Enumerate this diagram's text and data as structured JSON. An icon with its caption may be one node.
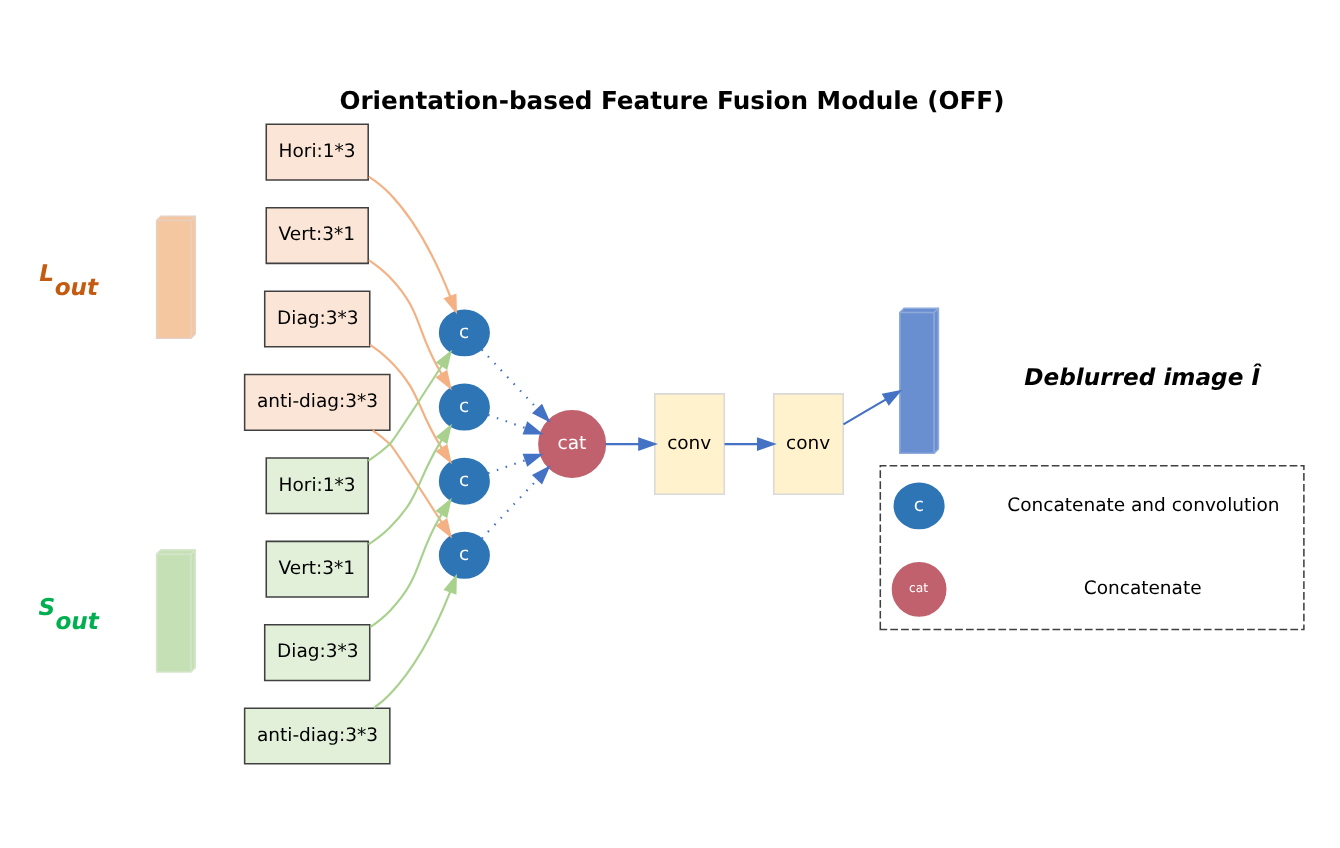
{
  "diagram": {
    "title": "Orientation-based Feature Fusion Module (OFF)",
    "nodes": [
      {
        "text": [],
        "shape": "box",
        "beside": [
          "L$_{out}$"
        ]
      },
      {
        "text": [
          "Hori:1*3"
        ]
      },
      {
        "text": [
          "Vert:3*1"
        ]
      },
      {
        "text": [
          "Diag:3*3"
        ]
      },
      {
        "text": [
          "anti-diag:3*3"
        ]
      },
      {
        "text": [],
        "shape": "box",
        "beside": [
          "S$_{out}$"
        ]
      },
      {
        "text": [
          "Hori:1*3"
        ]
      },
      {
        "text": [
          "Vert:3*1"
        ]
      },
      {
        "text": [
          "Diag:3*3"
        ]
      },
      {
        "text": [
          "anti-diag:3*3"
        ]
      },
      {
        "text": [
          "c"
        ]
      },
      {
        "text": [
          "c"
        ]
      },
      {
        "text": [
          "c"
        ]
      },
      {
        "text": [
          "c"
        ]
      },
      {
        "text": [
          "cat"
        ]
      },
      {
        "text": [
          "conv"
        ]
      },
      {
        "text": [
          "conv"
        ]
      },
      {
        "text": [],
        "shape": "box",
        "beside": [
          "Deblurred image Î"
        ]
      },
      {
        "text": [],
        "shape": "box"
      },
      {
        "text": [
          "c"
        ],
        "in": 18
      },
      {
        "text": [
          "cat"
        ],
        "in": 18
      }
    ],
    "edges": [
      {
        "from": 1,
        "to": 10,
        "arrow": "to",
        "color": "#f4b183"
      },
      {
        "from": 6,
        "to": 10,
        "arrow": "to",
        "color": "#a9d18e"
      },
      {
        "from": 2,
        "to": 11,
        "arrow": "to",
        "color": "#f4b183"
      },
      {
        "from": 7,
        "to": 11,
        "arrow": "to",
        "color": "#a9d18e"
      },
      {
        "from": 3,
        "to": 12,
        "arrow": "to",
        "color": "#f4b183"
      },
      {
        "from": 8,
        "to": 12,
        "arrow": "to",
        "color": "#a9d18e"
      },
      {
        "from": 4,
        "to": 13,
        "arrow": "to",
        "color": "#f4b183"
      },
      {
        "from": 9,
        "to": 13,
        "arrow": "to",
        "color": "#a9d18e"
      },
      {
        "from": 10,
        "to": 14,
        "arrow": "to",
        "style": "dashed"
      },
      {
        "from": 11,
        "to": 14,
        "arrow": "to",
        "style": "dashed"
      },
      {
        "from": 12,
        "to": 14,
        "arrow": "to",
        "style": "dashed"
      },
      {
        "from": 13,
        "to": 14,
        "arrow": "to",
        "style": "dashed"
      },
      {
        "from": 14,
        "to": 15,
        "arrow": "to"
      },
      {
        "from": 15,
        "to": 16,
        "arrow": "to"
      },
      {
        "from": 16,
        "to": 17,
        "arrow": "to"
      }
    ],
    "labels": [
      "Concatenate and convolution",
      "Concatenate"
    ]
  }
}
